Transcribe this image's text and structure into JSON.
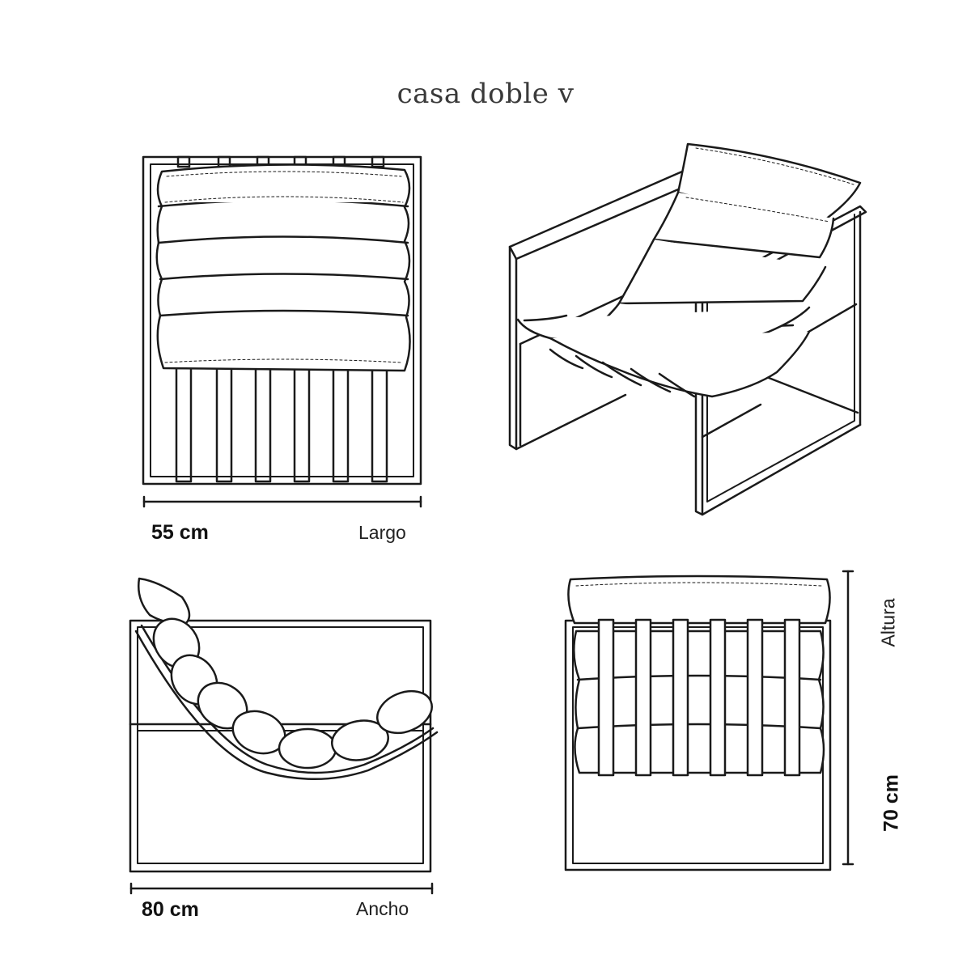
{
  "brand": {
    "part1": "casa",
    "part2": "doble",
    "part3": "v"
  },
  "dimensions": {
    "largo": {
      "value": "55 cm",
      "label": "Largo"
    },
    "ancho": {
      "value": "80 cm",
      "label": "Ancho"
    },
    "altura": {
      "value": "70 cm",
      "label": "Altura"
    }
  },
  "colors": {
    "ink": "#1a1a1a",
    "background": "#ffffff"
  }
}
